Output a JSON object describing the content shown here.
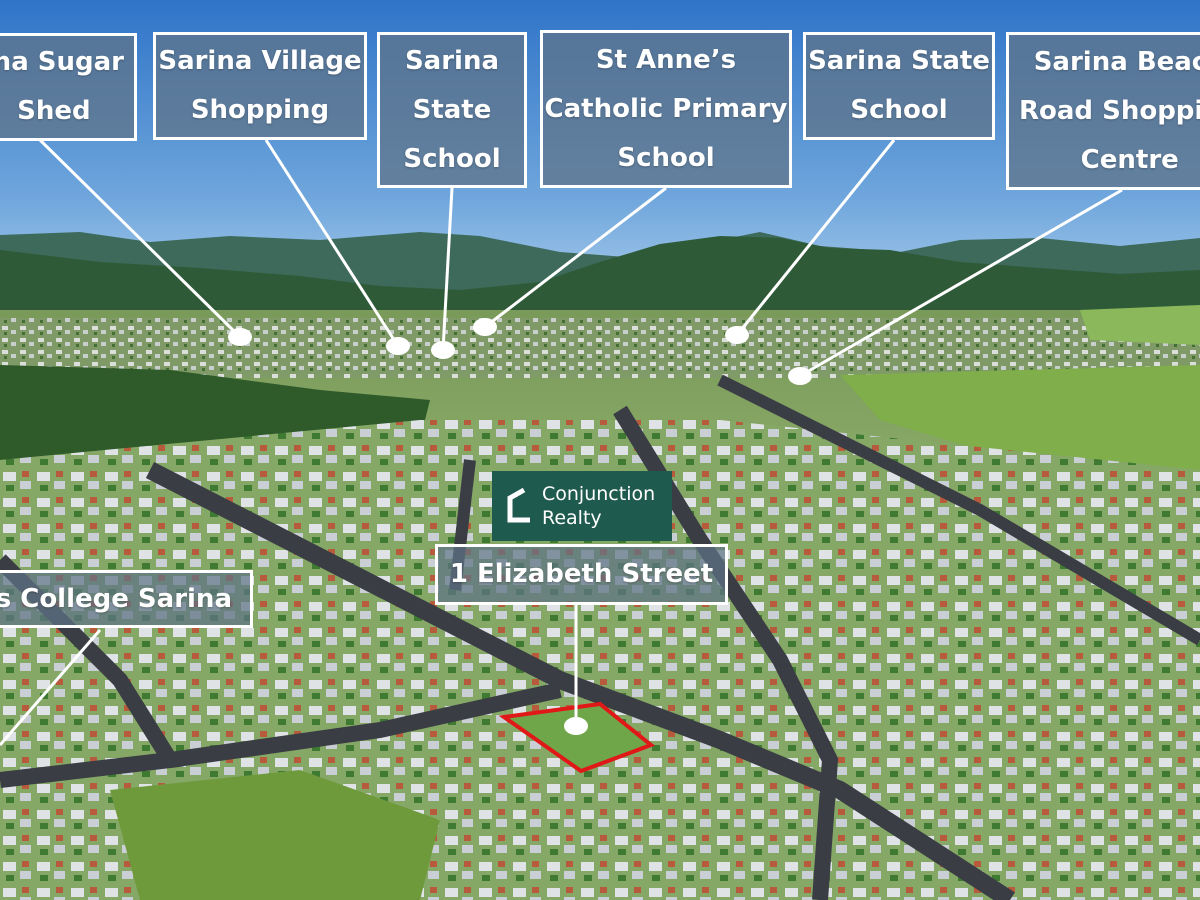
{
  "callouts": {
    "sugar_shed": "ina Sugar\nShed",
    "village_shopping": "Sarina Village\nShopping",
    "state_school_1": "Sarina\nState\nSchool",
    "st_annes": "St Anne’s\nCatholic Primary\nSchool",
    "state_school_2": "Sarina State\nSchool",
    "beach_road": "Sarina Beach\nRoad Shopping\nCentre",
    "college": "ds College Sarina",
    "address": "1 Elizabeth Street"
  },
  "logo": {
    "line1": "Conjunction",
    "line2": "Realty",
    "color": "#1f5a4e"
  },
  "colors": {
    "sky_top": "#2f74c8",
    "sky_bottom": "#b9d7ef",
    "mountains": "#2b5a3a",
    "grass": "#6fa84a",
    "road": "#3a3d44",
    "boundary": "#e01818",
    "callout_border": "#ffffff"
  }
}
